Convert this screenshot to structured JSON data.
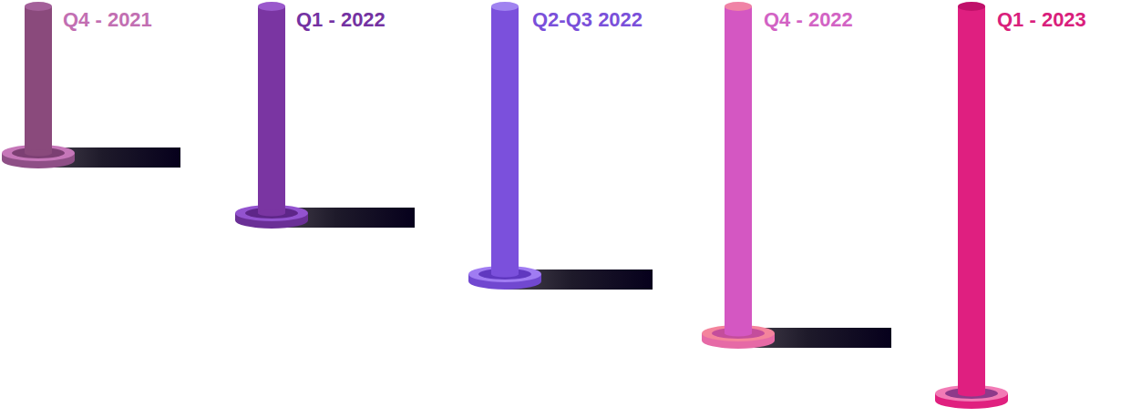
{
  "diagram": {
    "labels": [
      "Q4 - 2021",
      "Q1 - 2022",
      "Q2-Q3 2022",
      "Q4 - 2022",
      "Q1 - 2023"
    ]
  }
}
